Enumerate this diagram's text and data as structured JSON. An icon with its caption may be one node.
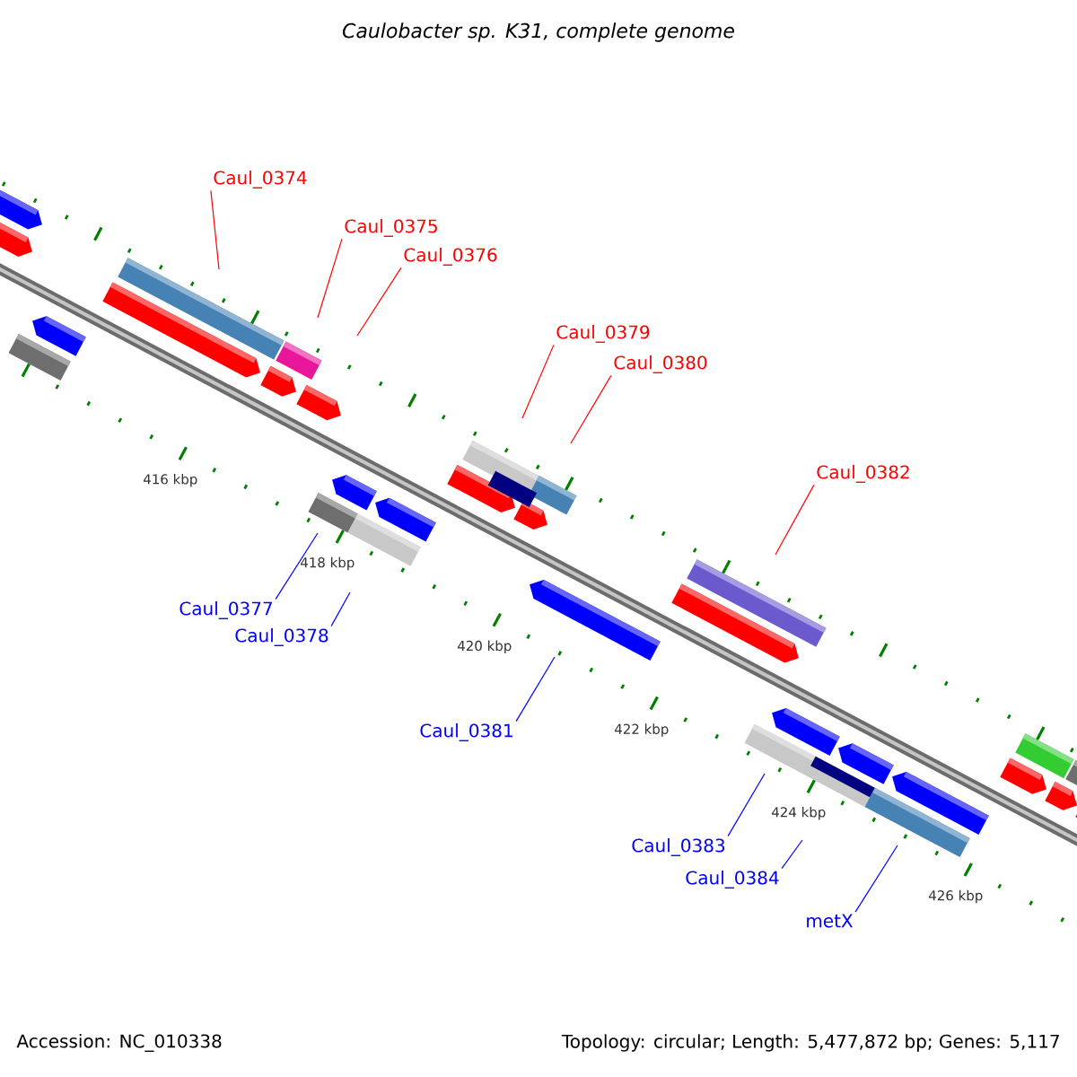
{
  "diagram": {
    "title": "Caulobacter sp. K31, complete genome",
    "nodes": [
      {
        "text": [
          "Caul_0374"
        ]
      },
      {
        "text": [
          "Caul_0375"
        ]
      },
      {
        "text": [
          "Caul_0376"
        ]
      },
      {
        "text": [
          "Caul_0379"
        ]
      },
      {
        "text": [
          "Caul_0380"
        ]
      },
      {
        "text": [
          "Caul_0382"
        ]
      },
      {
        "text": [
          "Caul_0377"
        ]
      },
      {
        "text": [
          "Caul_0378"
        ]
      },
      {
        "text": [
          "Caul_0381"
        ]
      },
      {
        "text": [
          "Caul_0383"
        ]
      },
      {
        "text": [
          "Caul_0384"
        ]
      },
      {
        "text": [
          "metX"
        ]
      }
    ],
    "edges": [
      {
        "from": 0,
        "to": null,
        "arrow": "none",
        "color": "#ff0000"
      },
      {
        "from": 1,
        "to": null,
        "arrow": "none",
        "color": "#ff0000"
      },
      {
        "from": 2,
        "to": null,
        "arrow": "none",
        "color": "#ff0000"
      },
      {
        "from": 3,
        "to": null,
        "arrow": "none",
        "color": "#ff0000"
      },
      {
        "from": 4,
        "to": null,
        "arrow": "none",
        "color": "#ff0000"
      },
      {
        "from": 5,
        "to": null,
        "arrow": "none",
        "color": "#ff0000"
      },
      {
        "from": 6,
        "to": null,
        "arrow": "none",
        "color": "#0000ff"
      },
      {
        "from": 7,
        "to": null,
        "arrow": "none",
        "color": "#0000ff"
      },
      {
        "from": 8,
        "to": null,
        "arrow": "none",
        "color": "#0000ff"
      },
      {
        "from": 9,
        "to": null,
        "arrow": "none",
        "color": "#0000ff"
      },
      {
        "from": 10,
        "to": null,
        "arrow": "none",
        "color": "#0000ff"
      },
      {
        "from": 11,
        "to": null,
        "arrow": "none",
        "color": "#0000ff"
      }
    ],
    "labels": [
      "416 kbp",
      "418 kbp",
      "420 kbp",
      "422 kbp",
      "424 kbp",
      "426 kbp",
      "Accession: NC_010338",
      "Topology: circular; Length: 5,477,872 bp; Genes: 5,117"
    ]
  }
}
